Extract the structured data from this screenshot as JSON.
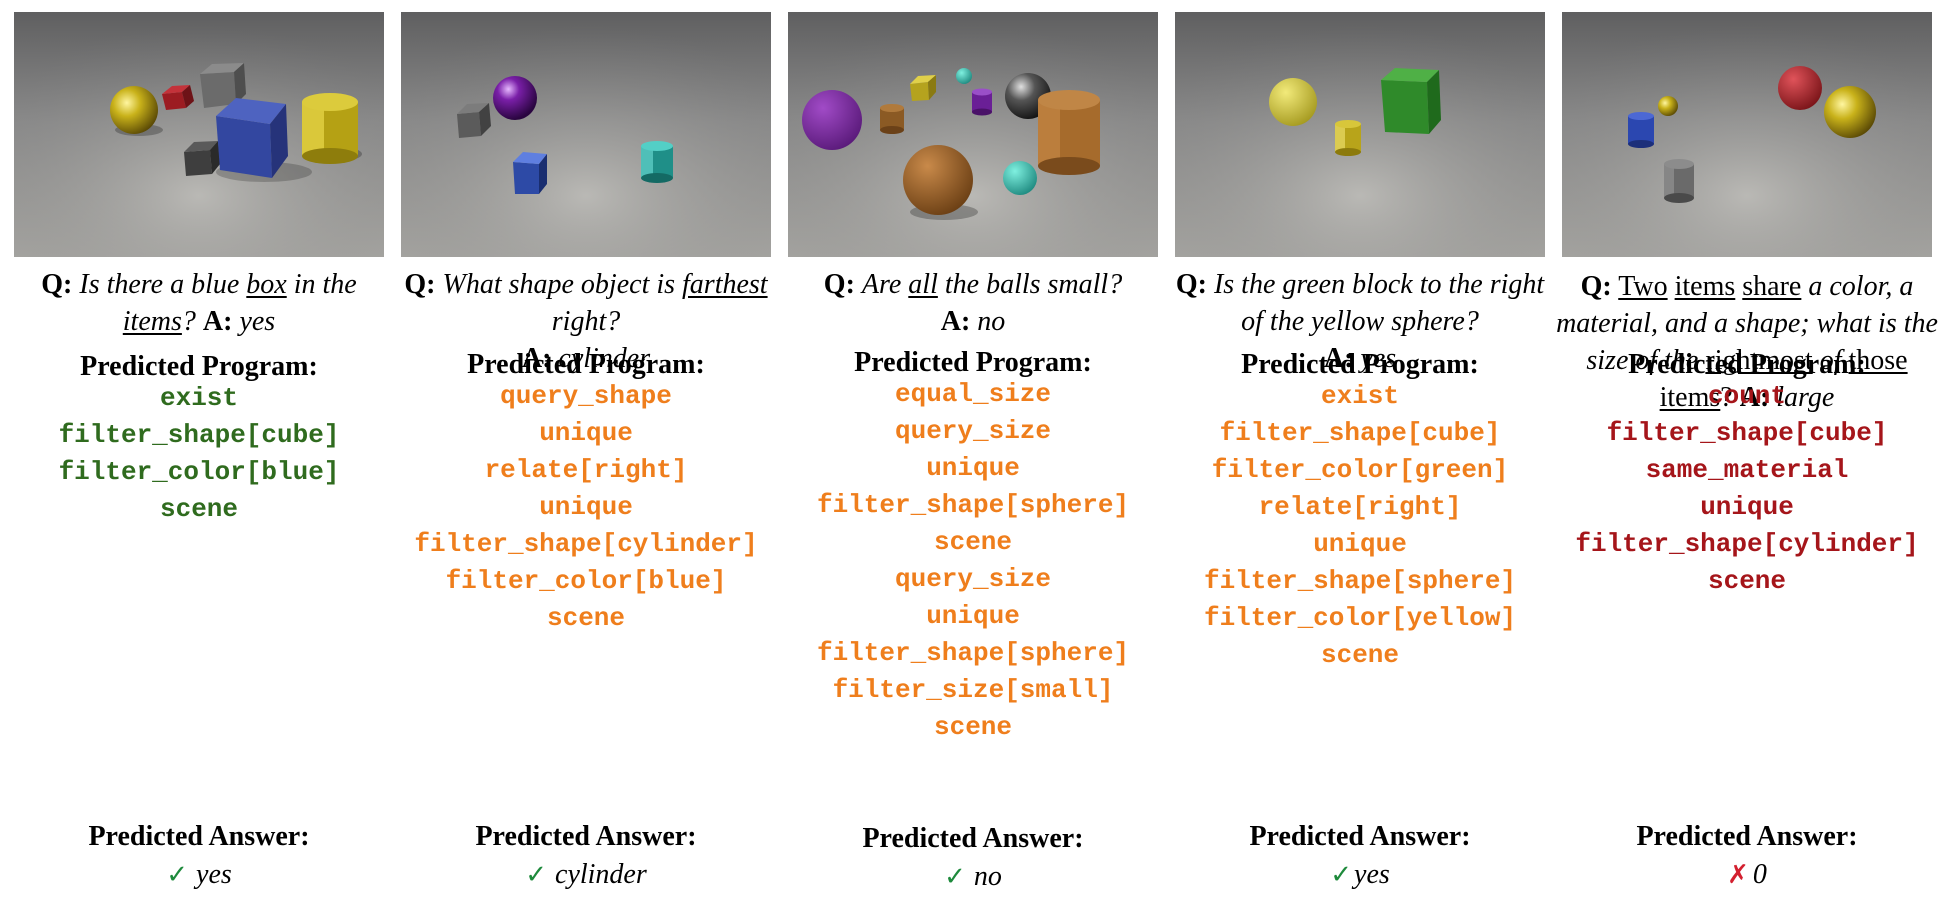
{
  "colors": {
    "correct_program": "#2f6b1e",
    "partial_program": "#ef7e1c",
    "wrong_program": "#a5151a",
    "check_mark": "#1e8a3c",
    "cross_mark": "#d3202f"
  },
  "labels": {
    "q": "Q:",
    "a": "A:",
    "predicted_program": "Predicted Program:",
    "predicted_answer": "Predicted Answer:"
  },
  "examples": [
    {
      "question_parts": [
        [
          "Is there a blue ",
          "it"
        ],
        [
          "box",
          "it-ul"
        ],
        [
          " in the ",
          "it"
        ],
        [
          "items",
          "it-ul"
        ],
        [
          "?",
          "it"
        ]
      ],
      "answer": "yes",
      "program_color": "correct_program",
      "program": [
        "exist",
        "filter_shape[cube]",
        "filter_color[blue]",
        "scene"
      ],
      "predicted_answer": "yes",
      "result_icon": "check-mark",
      "result_symbol": "✓"
    },
    {
      "question_parts": [
        [
          "What shape object is ",
          "it"
        ],
        [
          "farthest",
          "it-ul"
        ],
        [
          " right?",
          "it"
        ]
      ],
      "answer": "cylinder",
      "program_color": "partial_program",
      "program": [
        "query_shape",
        "unique",
        "relate[right]",
        "unique",
        "filter_shape[cylinder]",
        "filter_color[blue]",
        "scene"
      ],
      "predicted_answer": "cylinder",
      "result_icon": "check-mark",
      "result_symbol": "✓"
    },
    {
      "question_parts": [
        [
          "Are ",
          "it"
        ],
        [
          "all",
          "it-ul"
        ],
        [
          " the balls small?",
          "it"
        ]
      ],
      "answer": "no",
      "program_color": "partial_program",
      "program": [
        "equal_size",
        "query_size",
        "unique",
        "filter_shape[sphere]",
        "scene",
        "query_size",
        "unique",
        "filter_shape[sphere]",
        "filter_size[small]",
        "scene"
      ],
      "predicted_answer": "no",
      "result_icon": "check-mark",
      "result_symbol": "✓"
    },
    {
      "question_parts": [
        [
          "Is the green block to the right of the yellow sphere?",
          "it"
        ]
      ],
      "answer": "yes",
      "program_color": "partial_program",
      "program": [
        "exist",
        "filter_shape[cube]",
        "filter_color[green]",
        "relate[right]",
        "unique",
        "filter_shape[sphere]",
        "filter_color[yellow]",
        "scene"
      ],
      "predicted_answer": "yes",
      "result_icon": "check-mark",
      "result_symbol": "✓"
    },
    {
      "question_parts": [
        [
          "Two",
          "ul"
        ],
        [
          " ",
          "plain"
        ],
        [
          "items",
          "ul"
        ],
        [
          " ",
          "plain"
        ],
        [
          "share",
          "ul"
        ],
        [
          " a color, a material, and a shape; what is the size of the ",
          "it"
        ],
        [
          "rightmost",
          "ul"
        ],
        [
          " of ",
          "it"
        ],
        [
          "those",
          "ul"
        ],
        [
          " ",
          "plain"
        ],
        [
          "items",
          "ul"
        ],
        [
          "?",
          "plain"
        ]
      ],
      "answer": "large",
      "program_color": "wrong_program",
      "program": [
        "count",
        "filter_shape[cube]",
        "same_material",
        "unique",
        "filter_shape[cylinder]",
        "scene"
      ],
      "predicted_answer": "0",
      "result_icon": "cross-mark",
      "result_symbol": "✗"
    }
  ]
}
